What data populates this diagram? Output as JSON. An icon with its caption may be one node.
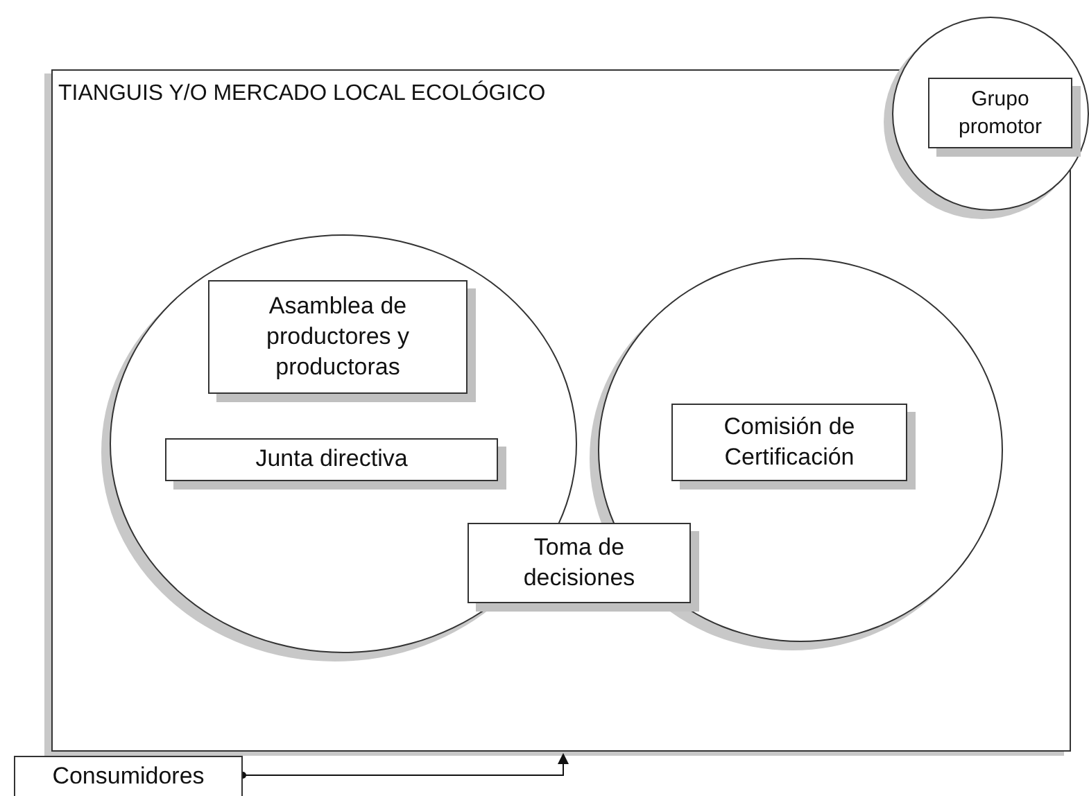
{
  "diagram": {
    "nodes": [
      {
        "text": [
          "TIANGUIS Y/O MERCADO LOCAL ECOLÓGICO"
        ]
      },
      {
        "text": [],
        "shape": "circle"
      },
      {
        "text": [
          "Grupo promotor"
        ]
      },
      {
        "text": [],
        "shape": "circle",
        "in": 0
      },
      {
        "text": [
          "Asamblea de productores y productoras"
        ],
        "in": 3
      },
      {
        "text": [
          "Junta directiva"
        ],
        "in": 3
      },
      {
        "text": [],
        "shape": "circle",
        "in": 0
      },
      {
        "text": [
          "Comisión de Certificación"
        ],
        "in": 6
      },
      {
        "text": [
          "Toma de decisiones"
        ],
        "in": 0
      },
      {
        "text": [
          "Consumidores"
        ]
      }
    ],
    "edges": [
      {
        "from": 9,
        "to": 0,
        "arrow": "to"
      }
    ]
  }
}
